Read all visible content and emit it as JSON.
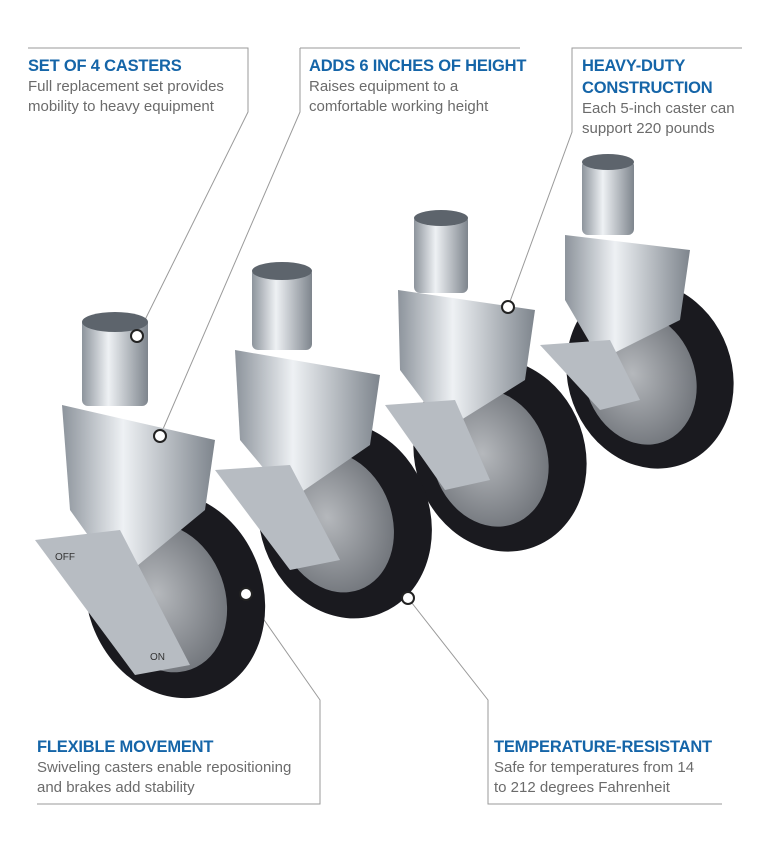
{
  "callouts": [
    {
      "title": "SET OF 4 CASTERS",
      "lines": [
        "Full replacement set provides",
        "mobility to heavy equipment"
      ]
    },
    {
      "title": "ADDS 6 INCHES OF HEIGHT",
      "lines": [
        "Raises equipment to a",
        "comfortable working height"
      ]
    },
    {
      "title_lines": [
        "HEAVY-DUTY",
        "CONSTRUCTION"
      ],
      "lines": [
        "Each 5-inch caster can",
        "support 220 pounds"
      ]
    },
    {
      "title": "FLEXIBLE MOVEMENT",
      "lines": [
        "Swiveling casters enable repositioning",
        "and brakes add stability"
      ]
    },
    {
      "title": "TEMPERATURE-RESISTANT",
      "lines": [
        "Safe for temperatures from 14",
        "to 212 degrees Fahrenheit"
      ]
    }
  ],
  "brake_labels": {
    "off": "OFF",
    "on": "ON"
  },
  "colors": {
    "accent": "#1565a8",
    "body_text": "#6b6b6b",
    "line": "#9a9a9a",
    "wheel": "#1a1a1f",
    "hub": "#8a8d92",
    "steel": "#c9ced4"
  }
}
